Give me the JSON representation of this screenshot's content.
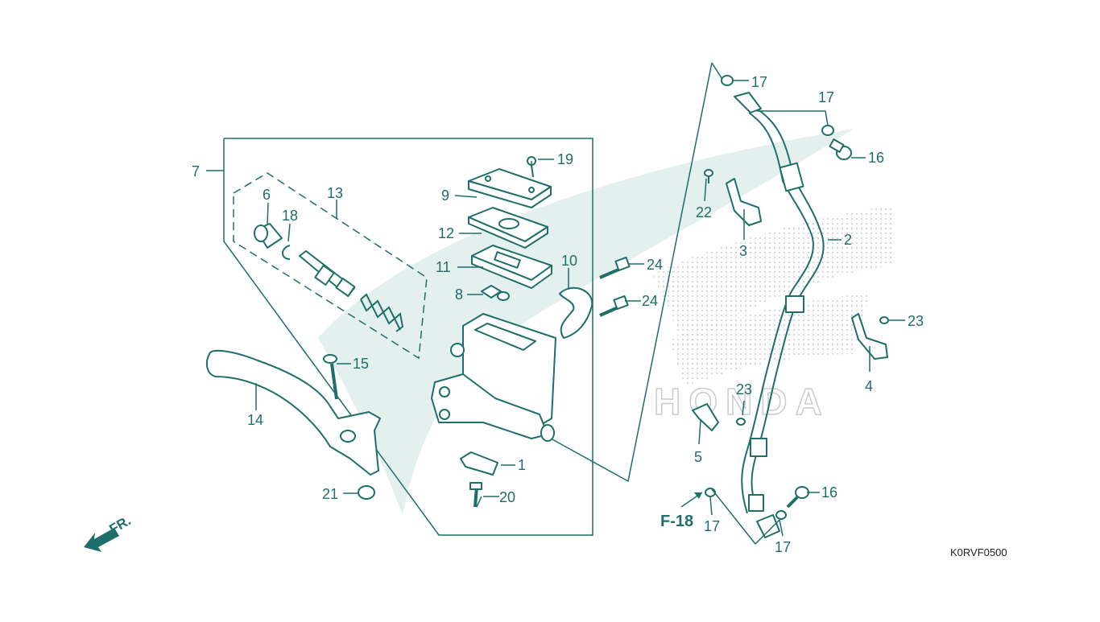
{
  "diagram": {
    "code": "K0RVF0500",
    "direction_label": "FR.",
    "reference": "F-18",
    "callouts": {
      "c1": "1",
      "c2": "2",
      "c3": "3",
      "c4": "4",
      "c5": "5",
      "c6": "6",
      "c7": "7",
      "c8": "8",
      "c9": "9",
      "c10": "10",
      "c11": "11",
      "c12": "12",
      "c13": "13",
      "c14": "14",
      "c15": "15",
      "c16a": "16",
      "c16b": "16",
      "c17a": "17",
      "c17b": "17",
      "c17c": "17",
      "c17d": "17",
      "c18": "18",
      "c19": "19",
      "c20": "20",
      "c21": "21",
      "c22": "22",
      "c23a": "23",
      "c23b": "23",
      "c24a": "24",
      "c24b": "24"
    },
    "watermark_text": "HONDA",
    "accent_color": "#1e6e6a"
  }
}
